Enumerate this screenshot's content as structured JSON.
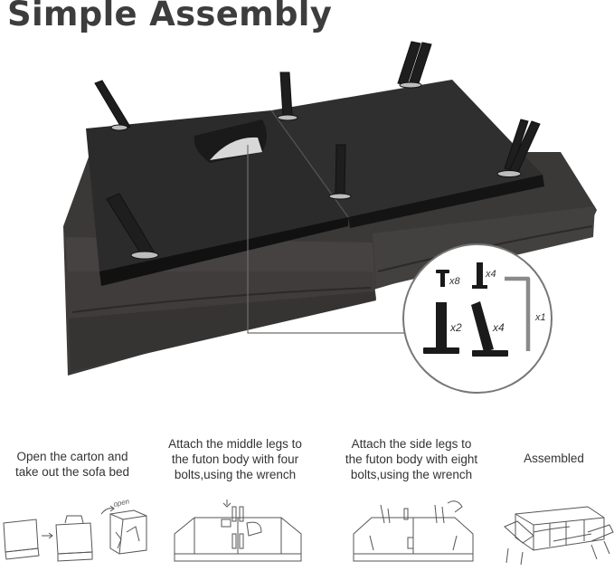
{
  "title": "Simple Assembly",
  "kit": {
    "bolts_qty": "x8",
    "short_legs_qty": "x4",
    "middle_legs_qty": "x2",
    "side_legs_qty": "x4",
    "wrench_qty": "x1"
  },
  "steps": [
    {
      "text": "Open the carton and\ntake out the sofa bed",
      "open_label": "open"
    },
    {
      "text": "Attach the middle legs to\nthe futon body with four\nbolts,using the wrench"
    },
    {
      "text": "Attach the side legs to\nthe futon body with eight\nbolts,using the wrench"
    },
    {
      "text": "Assembled"
    }
  ],
  "colors": {
    "cushion": "#3b3938",
    "board": "#2b2b2b",
    "leg": "#1e1e1e",
    "accent_line": "#6e6e6e"
  }
}
